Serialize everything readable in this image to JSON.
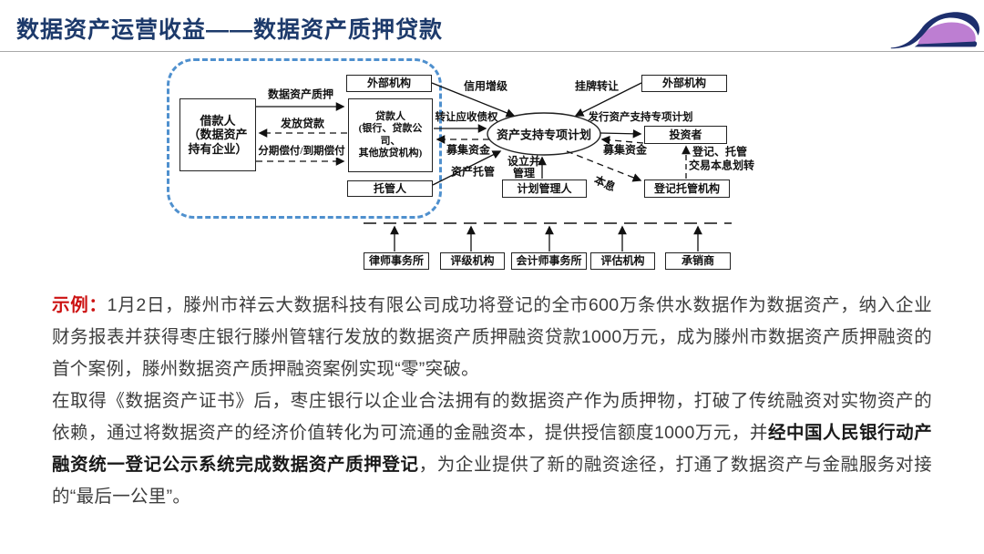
{
  "header": {
    "title": "数据资产运营收益——数据资产质押贷款"
  },
  "diagram": {
    "boxes": {
      "ext_left": "外部机构",
      "borrower": "借款人\n（数据资产\n持有企业）",
      "lender": "贷款人\n(银行、贷款公司、\n其他放贷机构)",
      "custodian": "托管人",
      "plan_manager": "计划管理人",
      "ext_right": "外部机构",
      "investor": "投资者",
      "registry": "登记托管机构",
      "law_firm": "律师事务所",
      "rating": "评级机构",
      "accounting": "会计师事务所",
      "appraisal": "评估机构",
      "underwriter": "承销商"
    },
    "ellipse": "资产支持专项计划",
    "labels": {
      "pledge": "数据资产质押",
      "loan": "发放贷款",
      "repay": "分期偿付/到期偿付",
      "credit": "信用增级",
      "listing": "挂牌转让",
      "transfer": "转让应收债权",
      "raise_left": "募集资金",
      "custody": "资产托管",
      "setup": "设立并\n管理",
      "issue": "发行资产支持专项计划",
      "raise_right": "募集资金",
      "principal": "本息",
      "register_custody": "登记、托管",
      "interest_transfer": "交易本息划转"
    }
  },
  "body": {
    "p1_label": "示例：",
    "p1_text": "1月2日，滕州市祥云大数据科技有限公司成功将登记的全市600万条供水数据作为数据资产，纳入企业财务报表并获得枣庄银行滕州管辖行发放的数据资产质押融资贷款1000万元，成为滕州市数据资产质押融资的首个案例，滕州数据资产质押融资案例实现“零”突破。",
    "p2_part1": "在取得《数据资产证书》后，枣庄银行以企业合法拥有的数据资产作为质押物，打破了传统融资对实物资产的依赖，通过将数据资产的经济价值转化为可流通的金融资本，提供授信额度1000万元，并",
    "p2_bold": "经中国人民银行动产融资统一登记公示系统完成数据资产质押登记",
    "p2_part2": "，为企业提供了新的融资途径，打通了数据资产与金融服务对接的“最后一公里”。"
  },
  "colors": {
    "title_blue": "#1d3a6b",
    "frame_blue": "#4f90ce",
    "example_red": "#cc1111",
    "logo_navy": "#1d2f6d",
    "logo_purple": "#bd7ed2"
  }
}
